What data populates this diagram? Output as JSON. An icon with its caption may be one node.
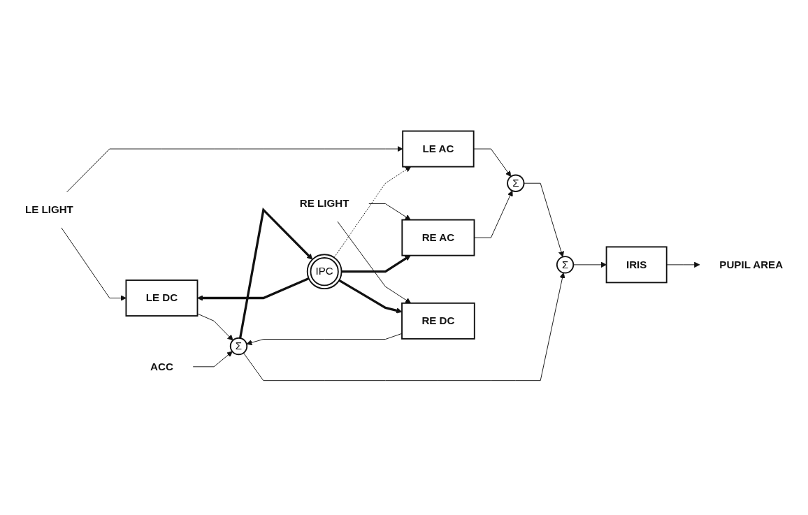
{
  "diagram": {
    "nodes": [
      {
        "text": [
          "LE LIGHT"
        ]
      },
      {
        "text": [
          "RE LIGHT"
        ]
      },
      {
        "text": [
          "ACC"
        ]
      },
      {
        "text": [
          "LE AC"
        ]
      },
      {
        "text": [
          "RE AC"
        ]
      },
      {
        "text": [
          "LE DC"
        ]
      },
      {
        "text": [
          "RE DC"
        ]
      },
      {
        "text": [
          "Σ"
        ]
      },
      {
        "text": [
          "Σ"
        ]
      },
      {
        "text": [
          "Σ"
        ]
      },
      {
        "text": [
          "IPC"
        ]
      },
      {
        "text": [
          "IRIS"
        ]
      },
      {
        "text": [
          "PUPIL AREA"
        ]
      }
    ],
    "edges": [
      {
        "from": 0,
        "to": 3,
        "arrow": "to"
      },
      {
        "from": 0,
        "to": 5,
        "arrow": "to"
      },
      {
        "from": 1,
        "to": 4,
        "arrow": "to"
      },
      {
        "from": 1,
        "to": 6,
        "arrow": "to"
      },
      {
        "from": 3,
        "to": 7,
        "arrow": "to"
      },
      {
        "from": 4,
        "to": 7,
        "arrow": "to"
      },
      {
        "from": 5,
        "to": 9,
        "arrow": "to"
      },
      {
        "from": 6,
        "to": 9,
        "arrow": "to"
      },
      {
        "from": 2,
        "to": 9,
        "arrow": "to"
      },
      {
        "from": 7,
        "to": 8,
        "arrow": "to"
      },
      {
        "from": 9,
        "to": 8,
        "arrow": "to"
      },
      {
        "from": 9,
        "to": 10,
        "arrow": "to",
        "style": "thick"
      },
      {
        "from": 10,
        "to": 4,
        "arrow": "to",
        "style": "thick"
      },
      {
        "from": 10,
        "to": 5,
        "arrow": "to",
        "style": "thick"
      },
      {
        "from": 10,
        "to": 6,
        "arrow": "to",
        "style": "thick"
      },
      {
        "from": 10,
        "to": 3,
        "arrow": "to",
        "style": "dashed"
      },
      {
        "from": 8,
        "to": 11,
        "arrow": "to"
      },
      {
        "from": 11,
        "to": 12,
        "arrow": "to"
      }
    ]
  }
}
